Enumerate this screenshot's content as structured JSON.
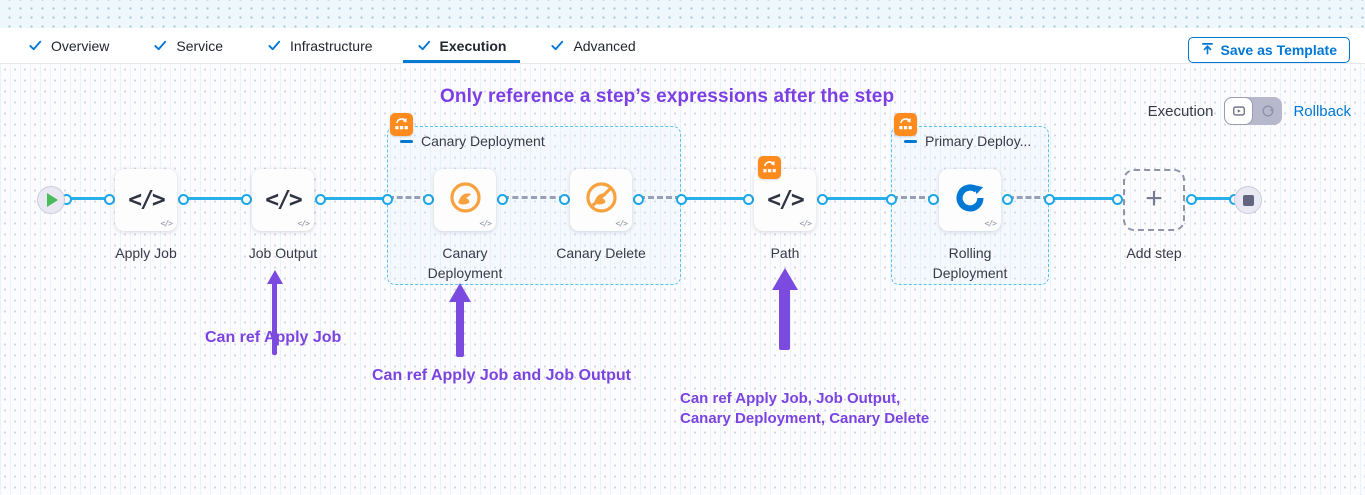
{
  "tabs": {
    "items": [
      {
        "label": "Overview"
      },
      {
        "label": "Service"
      },
      {
        "label": "Infrastructure"
      },
      {
        "label": "Execution"
      },
      {
        "label": "Advanced"
      }
    ],
    "active": "Execution"
  },
  "toolbar": {
    "save_template_label": "Save as Template"
  },
  "mode_switch": {
    "execution_label": "Execution",
    "rollback_label": "Rollback"
  },
  "annotations": {
    "heading": "Only reference a step’s expressions after the step",
    "note_job_output": "Can ref Apply Job",
    "note_canary": "Can ref Apply Job and Job Output",
    "note_path_line1": "Can ref Apply Job, Job Output,",
    "note_path_line2": "Canary Deployment, Canary Delete"
  },
  "pipeline": {
    "steps": {
      "apply_job": {
        "label": "Apply Job"
      },
      "job_output": {
        "label": "Job Output"
      },
      "canary_deployment": {
        "label": "Canary Deployment"
      },
      "canary_delete": {
        "label": "Canary Delete"
      },
      "path": {
        "label": "Path"
      },
      "rolling_deployment": {
        "label": "Rolling Deployment"
      },
      "add_step": {
        "label": "Add step"
      }
    },
    "groups": {
      "canary": {
        "label": "Canary Deployment"
      },
      "primary": {
        "label": "Primary Deploy..."
      }
    }
  },
  "icons": {
    "code_glyph": "</>",
    "corner_glyph": "</>",
    "plus_glyph": "+"
  },
  "colors": {
    "accent_blue": "#0278D5",
    "connector_blue": "#29AFEA",
    "annotation_purple": "#7B44E0",
    "step_orange": "#F9A13D",
    "badge_orange": "#FF8A1E"
  }
}
